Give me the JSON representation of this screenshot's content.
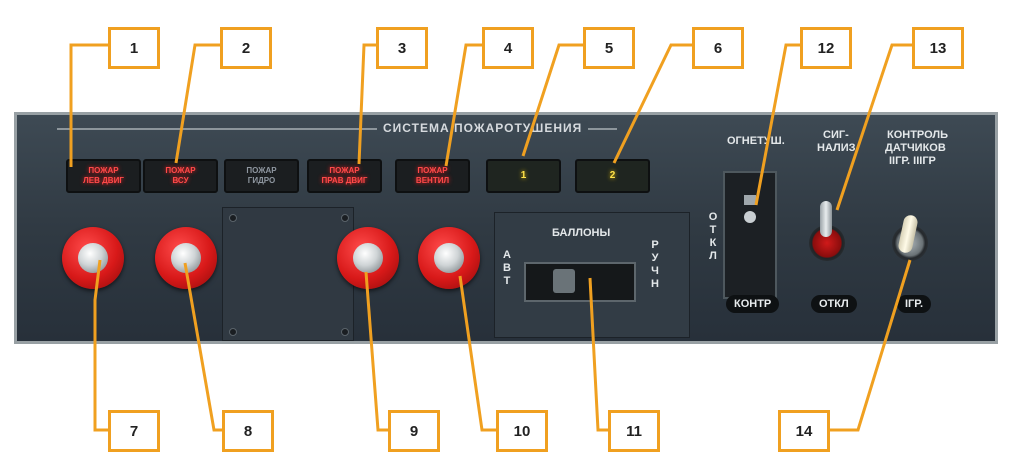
{
  "panel": {
    "title": "СИСТЕМА ПОЖАРОТУШЕНИЯ",
    "lamps": [
      {
        "line1": "ПОЖАР",
        "line2": "ЛЕВ ДВИГ",
        "state": "lit-red"
      },
      {
        "line1": "ПОЖАР",
        "line2": "ВСУ",
        "state": "lit-red"
      },
      {
        "line1": "ПОЖАР",
        "line2": "ГИДРО",
        "state": "off"
      },
      {
        "line1": "ПОЖАР",
        "line2": "ПРАВ ДВИГ",
        "state": "lit-red"
      },
      {
        "line1": "ПОЖАР",
        "line2": "ВЕНТИЛ",
        "state": "lit-red"
      },
      {
        "line1": "1",
        "line2": "",
        "state": "lit-yellow"
      },
      {
        "line1": "2",
        "line2": "",
        "state": "lit-yellow"
      }
    ],
    "balloons": {
      "label": "БАЛЛОНЫ",
      "left": "АВТ",
      "right": "РУЧН"
    },
    "extinguisher": {
      "label": "ОГНЕТУШ.",
      "off": "ОТКЛ",
      "control": "КОНТР"
    },
    "signal": {
      "label_line1": "СИГ-",
      "label_line2": "НАЛИЗ",
      "off": "ОТКЛ"
    },
    "sensors": {
      "label_line1": "КОНТРОЛЬ",
      "label_line2": "ДАТЧИКОВ",
      "label_line3": "IIГР. IIIГР",
      "position": "IГР."
    }
  },
  "callouts": [
    "1",
    "2",
    "3",
    "4",
    "5",
    "6",
    "12",
    "13",
    "7",
    "8",
    "9",
    "10",
    "11",
    "14"
  ],
  "colors": {
    "callout": "#f0a020",
    "lamp_red": "#ff4a4a",
    "lamp_yellow": "#ffe24a",
    "button_red": "#d81919"
  }
}
